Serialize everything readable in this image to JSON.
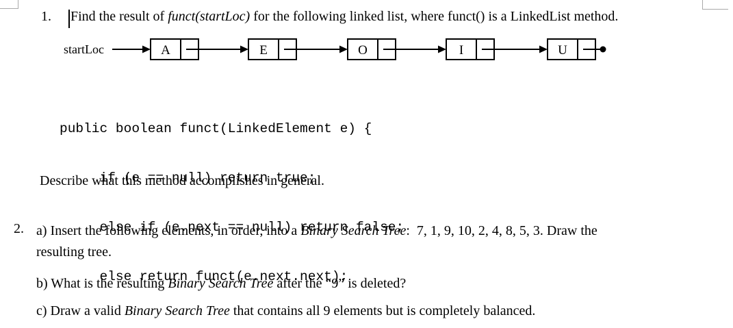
{
  "q1": {
    "number": "1.",
    "pre": "Find the result of ",
    "italic": "funct(startLoc)",
    "post": " for the following linked list, where funct() is a LinkedList method."
  },
  "diagram": {
    "start_label": "startLoc",
    "nodes": [
      {
        "letter": "A"
      },
      {
        "letter": "E"
      },
      {
        "letter": "O"
      },
      {
        "letter": "I"
      },
      {
        "letter": "U"
      }
    ]
  },
  "code": {
    "lines": [
      "public boolean funct(LinkedElement e) {",
      "     if (e == null) return true;",
      "     else if (e.next == null) return false;",
      "     else return funct(e.next.next);"
    ]
  },
  "q1_describe": "Describe what this method accomplishes in general.",
  "q2": {
    "number": "2.",
    "a": {
      "pre": "a) Insert the following elements, in order, into a ",
      "italic": "Binary Search Tree",
      "post": ":  7, 1, 9, 10, 2, 4, 8, 5, 3. Draw the",
      "line2": "resulting tree."
    },
    "b": {
      "pre": "b) What is the resulting ",
      "italic": "Binary Search Tree",
      "post": " after the “9” is deleted?"
    },
    "c": {
      "pre": "c) Draw a valid ",
      "italic": "Binary Search Tree",
      "post": " that contains all 9 elements but is completely balanced."
    }
  }
}
